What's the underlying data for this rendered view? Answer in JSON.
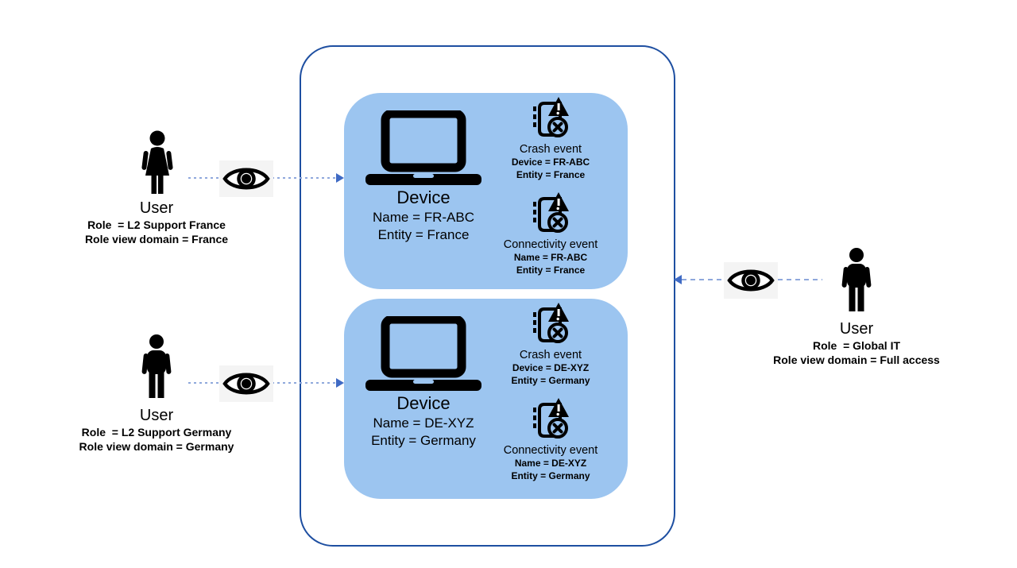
{
  "diagram": {
    "type": "role-based-access-diagram"
  },
  "colors": {
    "card_blue": "#9CC5F0",
    "container_border": "#1E4FA1",
    "arrow_head": "#3F6AC4",
    "arrow_dash": "#8FA8DC",
    "icon_black": "#000000",
    "eye_backplate": "#F4F4F4"
  },
  "users": [
    {
      "label": "User",
      "role_line": "Role  = L2 Support France",
      "domain_line": "Role view domain = France",
      "icon": "female-person-icon"
    },
    {
      "label": "User",
      "role_line": "Role  = L2 Support Germany",
      "domain_line": "Role view domain = Germany",
      "icon": "male-person-icon"
    },
    {
      "label": "User",
      "role_line": "Role  = Global IT",
      "domain_line": "Role view domain = Full access",
      "icon": "male-person-icon"
    }
  ],
  "devices": [
    {
      "title": "Device",
      "name_line": "Name = FR-ABC",
      "entity_line": "Entity = France",
      "events": [
        {
          "title": "Crash event",
          "line1": "Device = FR-ABC",
          "line2": "Entity = France"
        },
        {
          "title": "Connectivity event",
          "line1": "Name = FR-ABC",
          "line2": "Entity = France"
        }
      ]
    },
    {
      "title": "Device",
      "name_line": "Name = DE-XYZ",
      "entity_line": "Entity = Germany",
      "events": [
        {
          "title": "Crash event",
          "line1": "Device = DE-XYZ",
          "line2": "Entity = Germany"
        },
        {
          "title": "Connectivity event",
          "line1": "Name = DE-XYZ",
          "line2": "Entity = Germany"
        }
      ]
    }
  ],
  "icons": {
    "eye": "view-access-eye-icon",
    "laptop": "laptop-device-icon",
    "event": "error-event-log-icon"
  }
}
